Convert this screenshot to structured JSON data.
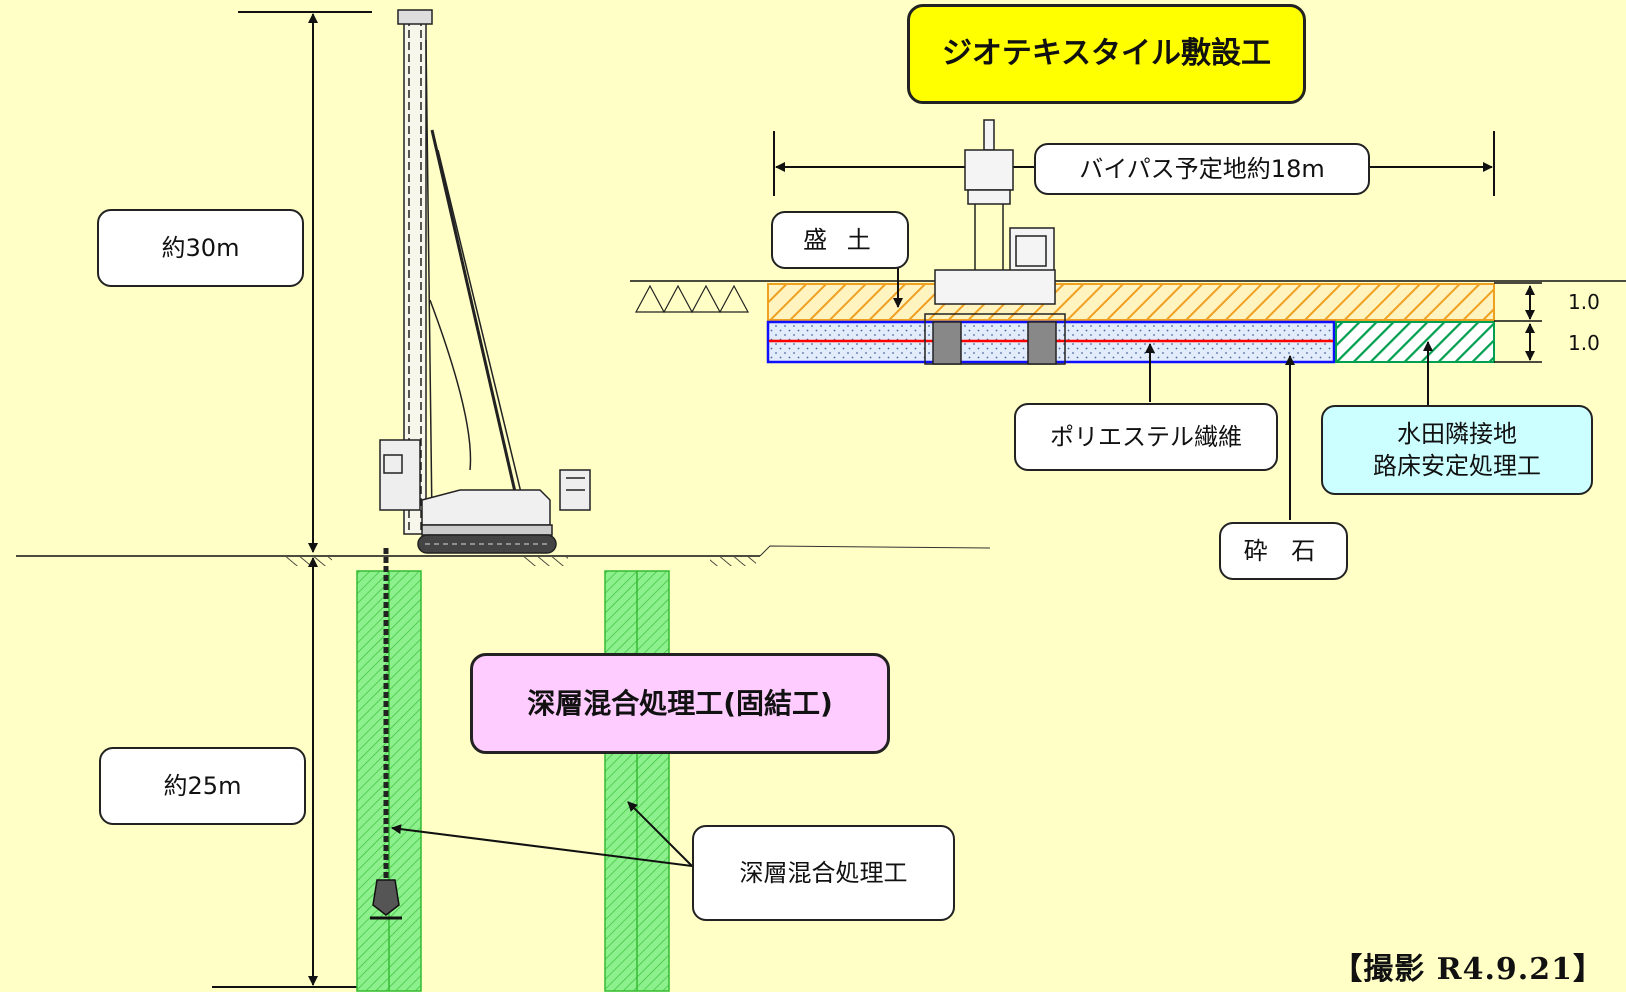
{
  "title_geotextile": "ジオテキスタイル敷設工",
  "title_deep_mixing": "深層混合処理工(固結工)",
  "label_height_30": "約30m",
  "label_depth_25": "約25m",
  "label_bypass": "バイパス予定地約18m",
  "label_fill": "盛 土",
  "label_polyester": "ポリエステル繊維",
  "label_crushed_stone": "砕 石",
  "label_paddy_line1": "水田隣接地",
  "label_paddy_line2": "路床安定処理工",
  "label_deep_mixing_column": "深層混合処理工",
  "dim_upper_layer": "1.0",
  "dim_lower_layer": "1.0",
  "photo_date": "【撮影 R4.9.21】",
  "colors": {
    "background": "#ffffc6",
    "title_yellow": "#ffff00",
    "title_pink": "#ffccff",
    "paddy_box": "#ccffff",
    "fill_orange": "#f0a020",
    "polyester_red": "#ff0000",
    "stone_blue": "#1010ff",
    "stabilized_green": "#00a050",
    "column_green": "#66ee66"
  }
}
